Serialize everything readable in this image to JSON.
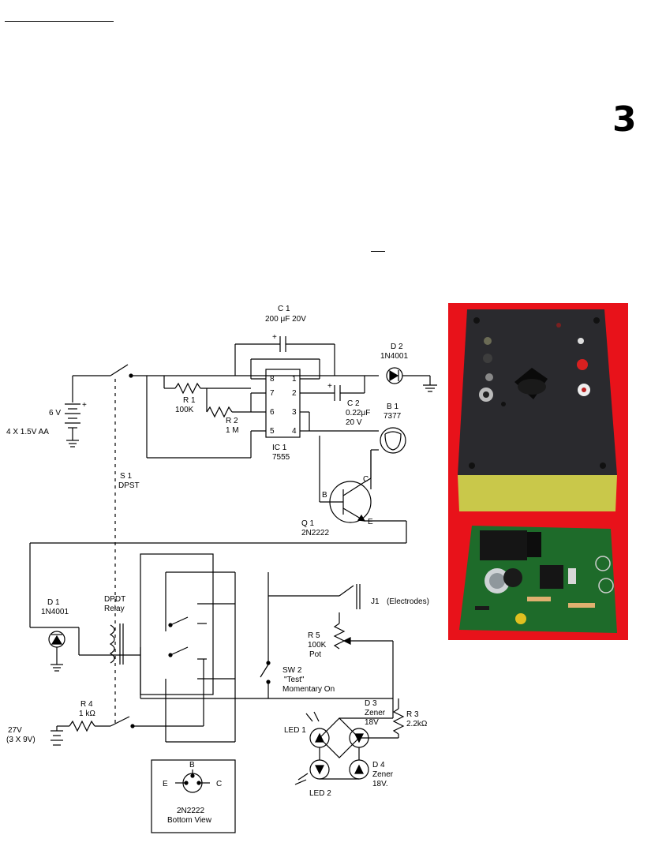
{
  "page": {
    "number": "3"
  },
  "schematic": {
    "c1": {
      "ref": "C 1",
      "value": "200 μF  20V"
    },
    "d2": {
      "ref": "D 2",
      "value": "1N4001"
    },
    "battery": {
      "voltage": "6 V",
      "desc": "4 X 1.5V AA"
    },
    "r1": {
      "ref": "R 1",
      "value": "100K"
    },
    "r2": {
      "ref": "R 2",
      "value": "1 M"
    },
    "c2": {
      "ref": "C 2",
      "value": "0.22μF",
      "voltage": "20 V"
    },
    "b1": {
      "ref": "B 1",
      "value": "7377"
    },
    "ic1": {
      "ref": "IC 1",
      "value": "7555",
      "pins": [
        "8",
        "7",
        "6",
        "5",
        "1",
        "2",
        "3",
        "4"
      ]
    },
    "s1": {
      "ref": "S 1",
      "value": "DPST"
    },
    "q1": {
      "ref": "Q 1",
      "value": "2N2222",
      "b": "B",
      "c": "C",
      "e": "E"
    },
    "relay": {
      "line1": "DPDT",
      "line2": "Relay"
    },
    "d1": {
      "ref": "D 1",
      "value": "1N4001"
    },
    "j1": {
      "ref": "J1",
      "desc": "(Electrodes)"
    },
    "r5": {
      "ref": "R 5",
      "value": "100K",
      "desc": "Pot"
    },
    "sw2": {
      "ref": "SW 2",
      "desc": "\"Test\"",
      "desc2": "Momentary On"
    },
    "r4": {
      "ref": "R 4",
      "value": "1 kΩ"
    },
    "battery2": {
      "voltage": "27V",
      "desc": "(3 X 9V)"
    },
    "r3": {
      "ref": "R 3",
      "value": "2.2kΩ"
    },
    "d3": {
      "ref": "D 3",
      "type": "Zener",
      "value": "18V"
    },
    "d4": {
      "ref": "D 4",
      "type": "Zener",
      "value": "18V."
    },
    "led1": {
      "ref": "LED 1"
    },
    "led2": {
      "ref": "LED 2"
    },
    "transistor_view": {
      "b": "B",
      "e": "E",
      "c": "C",
      "title": "2N2222",
      "subtitle": "Bottom View"
    }
  },
  "colors": {
    "photo_background": "#e8121a",
    "enclosure": "#2a2a2e",
    "enclosure_base": "#c9c84a",
    "pcb": "#1e6b2a"
  }
}
